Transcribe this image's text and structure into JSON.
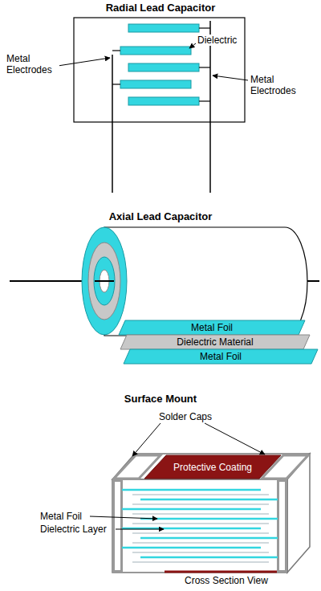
{
  "diagram": {
    "nodes": [
      {
        "text": [
          "Metal Foil"
        ]
      },
      {
        "text": [
          "Dielectric Material"
        ]
      },
      {
        "text": [
          "Metal Foil"
        ]
      },
      {
        "text": [
          "Protective Coating"
        ]
      }
    ],
    "labels": [
      "Radial Lead Capacitor",
      "Dielectric",
      "Metal Electrodes",
      "Metal Electrodes",
      "Axial Lead Capacitor",
      "Surface Mount",
      "Solder Caps",
      "Metal Foil",
      "Dielectric Layer",
      "Cross Section View"
    ]
  }
}
